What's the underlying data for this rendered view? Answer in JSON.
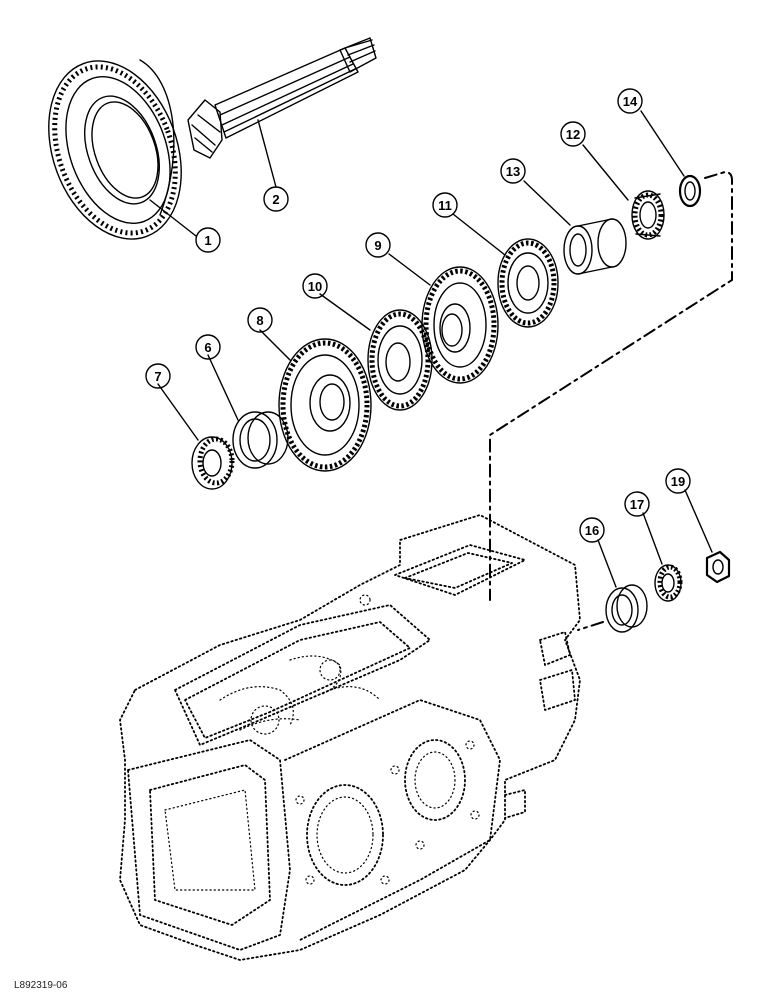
{
  "figure_id": "L892319-06",
  "callouts": [
    {
      "num": "1"
    },
    {
      "num": "2"
    },
    {
      "num": "6"
    },
    {
      "num": "7"
    },
    {
      "num": "8"
    },
    {
      "num": "9"
    },
    {
      "num": "10"
    },
    {
      "num": "11"
    },
    {
      "num": "12"
    },
    {
      "num": "13"
    },
    {
      "num": "14"
    },
    {
      "num": "16"
    },
    {
      "num": "17"
    },
    {
      "num": "19"
    }
  ],
  "parts": [
    {
      "num": "1",
      "kind": "ring-gear"
    },
    {
      "num": "2",
      "kind": "pinion-shaft"
    },
    {
      "num": "6",
      "kind": "bearing-cup"
    },
    {
      "num": "7",
      "kind": "bearing-cone"
    },
    {
      "num": "8",
      "kind": "gear"
    },
    {
      "num": "9",
      "kind": "gear"
    },
    {
      "num": "10",
      "kind": "gear"
    },
    {
      "num": "11",
      "kind": "gear"
    },
    {
      "num": "12",
      "kind": "bearing"
    },
    {
      "num": "13",
      "kind": "spacer"
    },
    {
      "num": "14",
      "kind": "washer"
    },
    {
      "num": "16",
      "kind": "bearing-cup"
    },
    {
      "num": "17",
      "kind": "bearing-cone"
    },
    {
      "num": "19",
      "kind": "nut"
    }
  ]
}
